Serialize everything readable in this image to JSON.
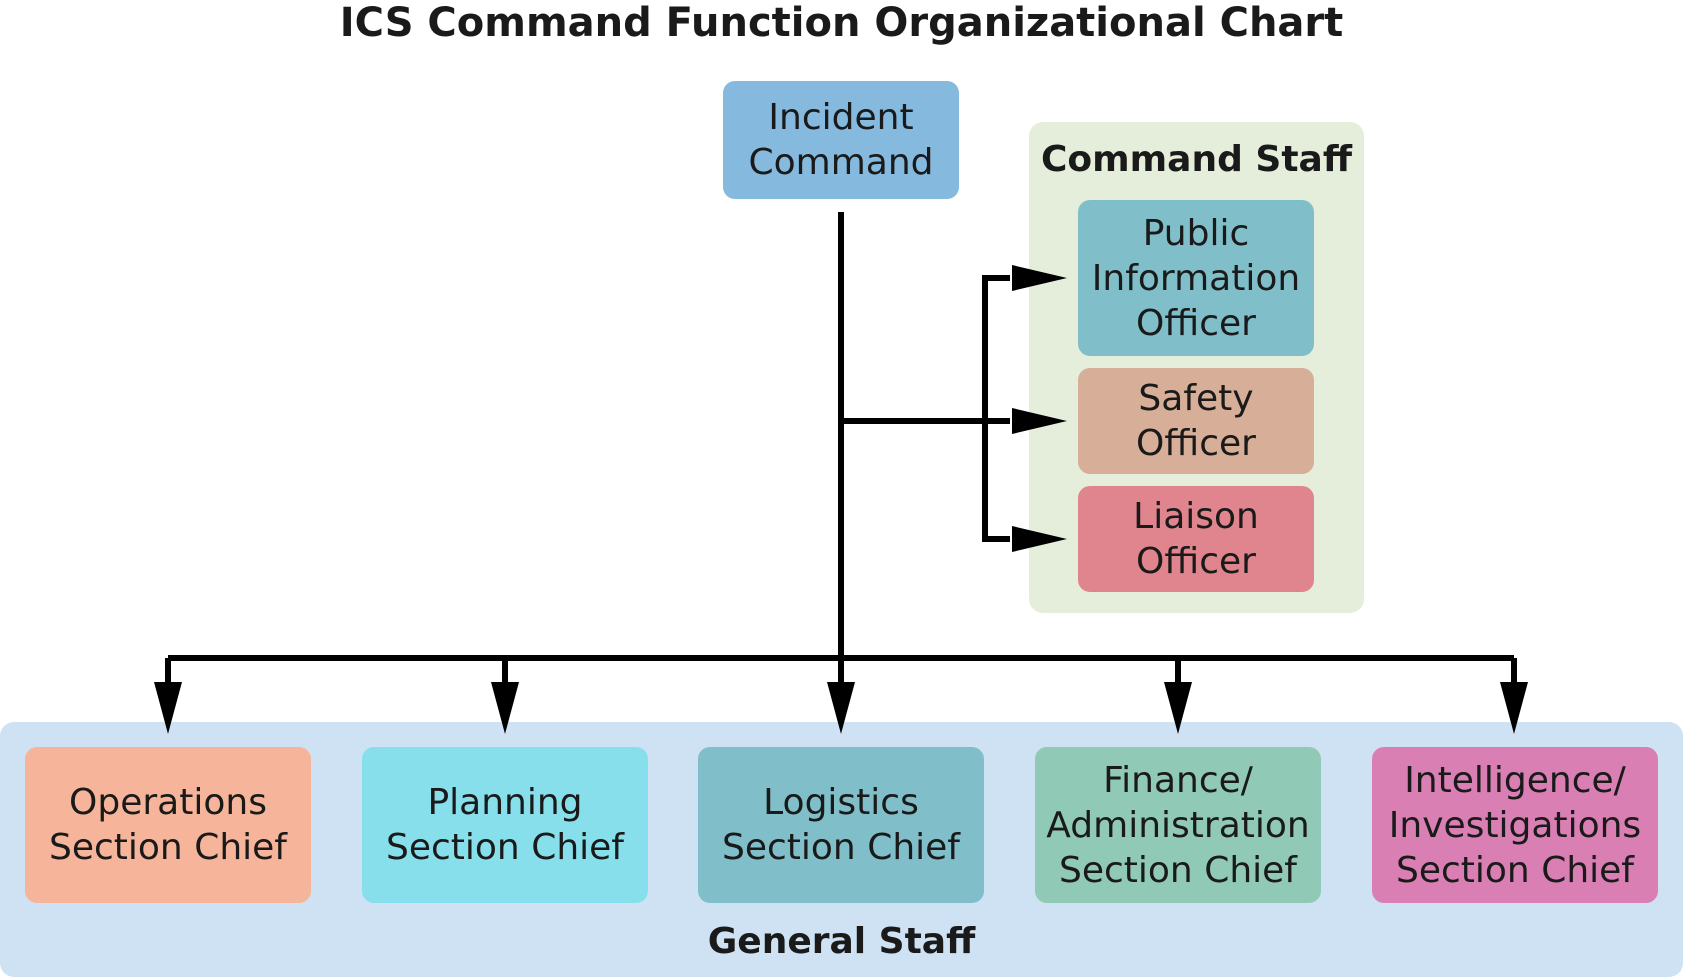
{
  "title": "ICS Command Function Organizational Chart",
  "incident_command": {
    "label": "Incident\nCommand",
    "color": "#85b9de"
  },
  "command_staff": {
    "label": "Command Staff",
    "color": "#e5eedb",
    "officers": [
      {
        "label": "Public\nInformation\nOfficer",
        "color": "#80bfca"
      },
      {
        "label": "Safety\nOfficer",
        "color": "#d7ae98"
      },
      {
        "label": "Liaison\nOfficer",
        "color": "#e0858d"
      }
    ]
  },
  "general_staff": {
    "label": "General Staff",
    "color": "#cfe2f3",
    "sections": [
      {
        "label": "Operations\nSection Chief",
        "color": "#f6b59b"
      },
      {
        "label": "Planning\nSection Chief",
        "color": "#88dfec"
      },
      {
        "label": "Logistics\nSection Chief",
        "color": "#80bec9"
      },
      {
        "label": "Finance/\nAdministration\nSection Chief",
        "color": "#90cab7"
      },
      {
        "label": "Intelligence/\nInvestigations\nSection Chief",
        "color": "#da7fb4"
      }
    ]
  },
  "connector_color": "#000000"
}
